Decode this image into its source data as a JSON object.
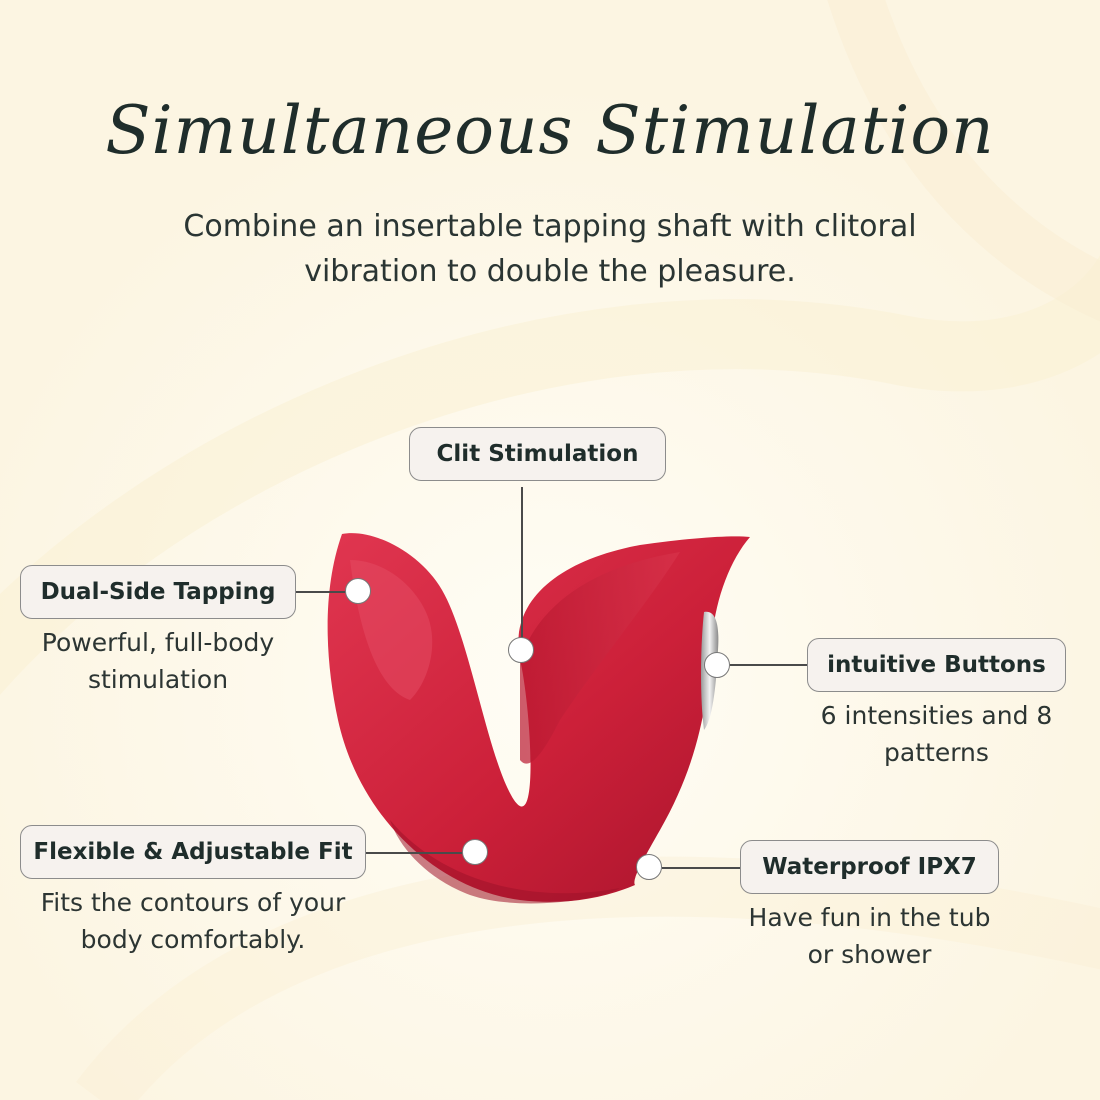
{
  "header": {
    "title": "Simultaneous Stimulation",
    "subtitle": "Combine an insertable tapping shaft with clitoral vibration to double the pleasure."
  },
  "colors": {
    "background": "#fdf8ea",
    "product": "#d0253f",
    "text": "#1f2d2b"
  },
  "features": {
    "clit": {
      "label": "Clit Stimulation"
    },
    "dual": {
      "label": "Dual-Side Tapping",
      "desc": "Powerful, full-body stimulation"
    },
    "buttons": {
      "label": "intuitive Buttons",
      "desc": "6 intensities and 8 patterns"
    },
    "fit": {
      "label": "Flexible & Adjustable Fit",
      "desc": "Fits the contours of your body comfortably."
    },
    "waterproof": {
      "label": "Waterproof IPX7",
      "desc": "Have fun in the tub or shower"
    }
  }
}
